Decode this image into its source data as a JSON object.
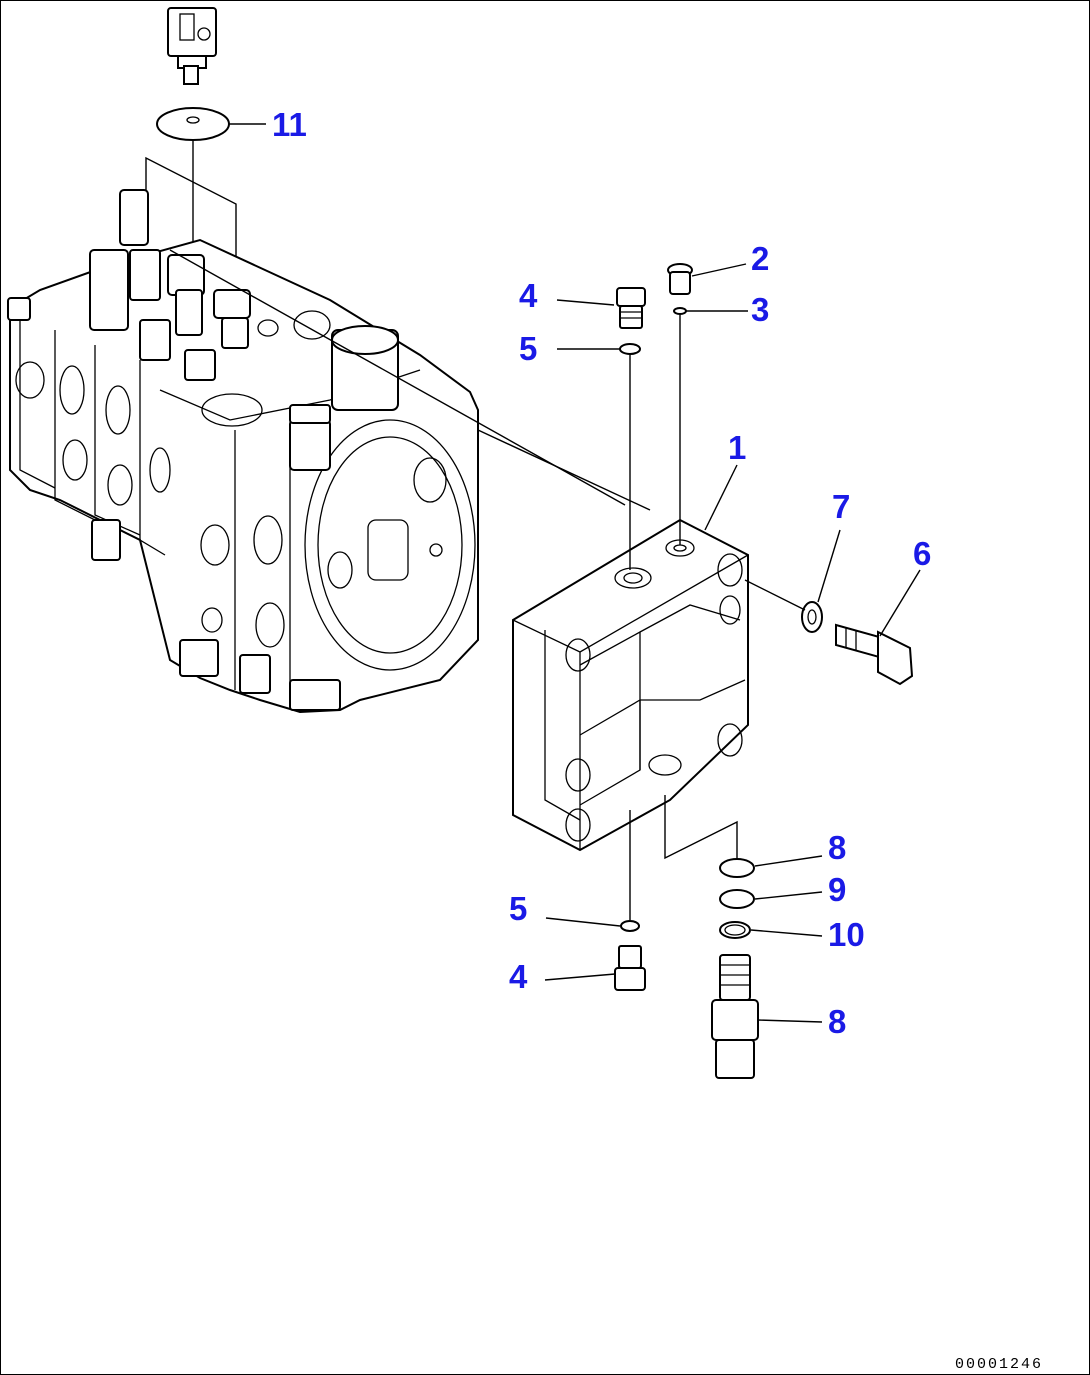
{
  "diagram": {
    "callouts": [
      {
        "id": "c11",
        "number": "11"
      },
      {
        "id": "c2",
        "number": "2"
      },
      {
        "id": "c3",
        "number": "3"
      },
      {
        "id": "c4a",
        "number": "4"
      },
      {
        "id": "c5a",
        "number": "5"
      },
      {
        "id": "c1",
        "number": "1"
      },
      {
        "id": "c7",
        "number": "7"
      },
      {
        "id": "c6",
        "number": "6"
      },
      {
        "id": "c8a",
        "number": "8"
      },
      {
        "id": "c9",
        "number": "9"
      },
      {
        "id": "c5b",
        "number": "5"
      },
      {
        "id": "c10",
        "number": "10"
      },
      {
        "id": "c4b",
        "number": "4"
      },
      {
        "id": "c8b",
        "number": "8"
      }
    ],
    "drawing_code": "00001246",
    "label_color": "#1a1ae6"
  }
}
